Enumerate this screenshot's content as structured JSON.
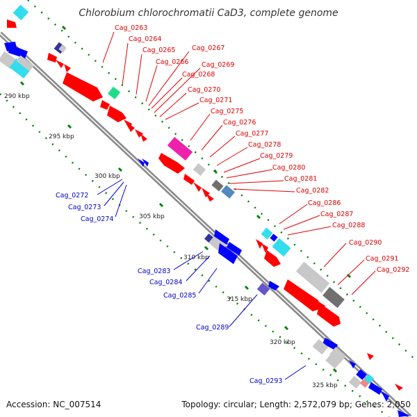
{
  "title": "Chlorobium chlorochromatii CaD3, complete genome",
  "footer": {
    "accession": "Accession: NC_007514",
    "topology": "Topology: circular; Length: 2,572,079 bp; Genes: 2,050"
  },
  "colors": {
    "backbone": "#8c8c8c",
    "ticks": "#008000",
    "forward_label": "#e00000",
    "reverse_label": "#0000cc",
    "gene_red": "#ff0000",
    "gene_blue": "#0000ff",
    "gene_cyan": "#33ddee",
    "gene_gray": "#c8c8c8",
    "gene_darkgray": "#707070",
    "gene_green": "#22dd88",
    "gene_magenta": "#ee22aa",
    "gene_navy": "#333399",
    "gene_steel": "#5588bb",
    "gene_purple": "#6655cc",
    "gene_pink": "#ee8888"
  },
  "scale_labels": [
    "290 kbp",
    "295 kbp",
    "300 kbp",
    "305 kbp",
    "310 kbp",
    "315 kbp",
    "320 kbp",
    "325 kbp"
  ],
  "forward_genes": [
    "Cag_0263",
    "Cag_0264",
    "Cag_0265",
    "Cag_0266",
    "Cag_0267",
    "Cag_0268",
    "Cag_0269",
    "Cag_0270",
    "Cag_0271",
    "Cag_0275",
    "Cag_0276",
    "Cag_0277",
    "Cag_0278",
    "Cag_0279",
    "Cag_0280",
    "Cag_0281",
    "Cag_0282",
    "Cag_0286",
    "Cag_0287",
    "Cag_0288",
    "Cag_0290",
    "Cag_0291",
    "Cag_0292"
  ],
  "reverse_genes": [
    "Cag_0272",
    "Cag_0273",
    "Cag_0274",
    "Cag_0283",
    "Cag_0284",
    "Cag_0285",
    "Cag_0289",
    "Cag_0293"
  ]
}
